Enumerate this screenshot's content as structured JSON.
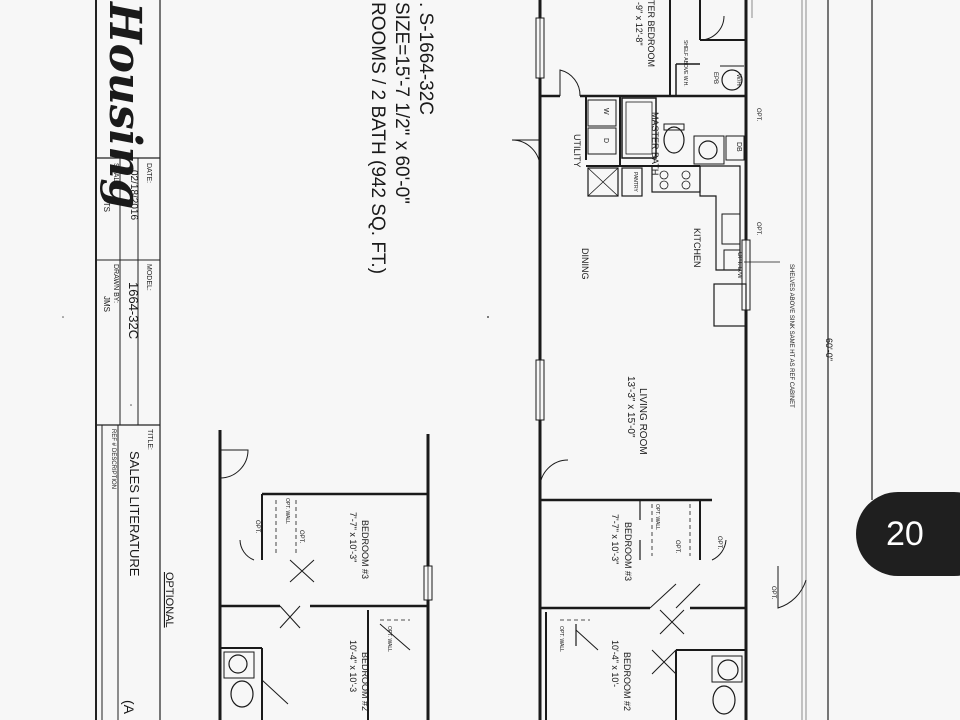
{
  "title_block": {
    "brand": "Housing",
    "model_line": ". S-1664-32C",
    "size_line": "SIZE=15'-7 1/2\" x 60'-0\"",
    "rooms_line": "ROOMS / 2 BATH (942 SQ. FT.)",
    "date_label": "DATE:",
    "date_value": "02/18/2016",
    "scale_label": "SCALE:",
    "scale_value": "NTS",
    "model_label": "MODEL:",
    "model_value": "1664-32C",
    "drawn_label": "DRAWN BY:",
    "drawn_value": "JMS",
    "title_label": "TITLE:",
    "title_value": "SALES LITERATURE",
    "ref_label": "REF #",
    "desc_label": "DESCRIPTION",
    "optional_label": "OPTIONAL",
    "partial_char": "(A"
  },
  "plan": {
    "overall_dim": "60'-0\"",
    "master_bedroom": "TER BEDROOM",
    "master_bedroom_dim": "-9\" x 12'-8\"",
    "shelves_small": "SHELF ABOVE W.H.",
    "epb": "EPB",
    "wh": "W/H",
    "opt": "OPT.",
    "master_bath": "MASTER BATH",
    "db": "DB",
    "utility": "UTILITY",
    "pantry": "PANTRY",
    "kitchen": "KITCHEN",
    "dw": "OPT. D/W",
    "shelves_note": "SHELVES ABOVE SINK SAME HT AS REF CABINET",
    "dining": "DINING",
    "living_room": "LIVING ROOM",
    "living_room_dim": "13'-3\" x 15'-0\"",
    "bedroom3": "BEDROOM #3",
    "bedroom3_dim": "7'-7\" x 10'-3\"",
    "opt_wall": "OPT. WALL",
    "bedroom2": "BEDROOM #2",
    "bedroom2_dim": "10'-4\" x 10'-",
    "bedroom2_dim_b": "10'-4\" x 10'-3",
    "washer": "W",
    "dryer": "D"
  },
  "page_number": "20"
}
